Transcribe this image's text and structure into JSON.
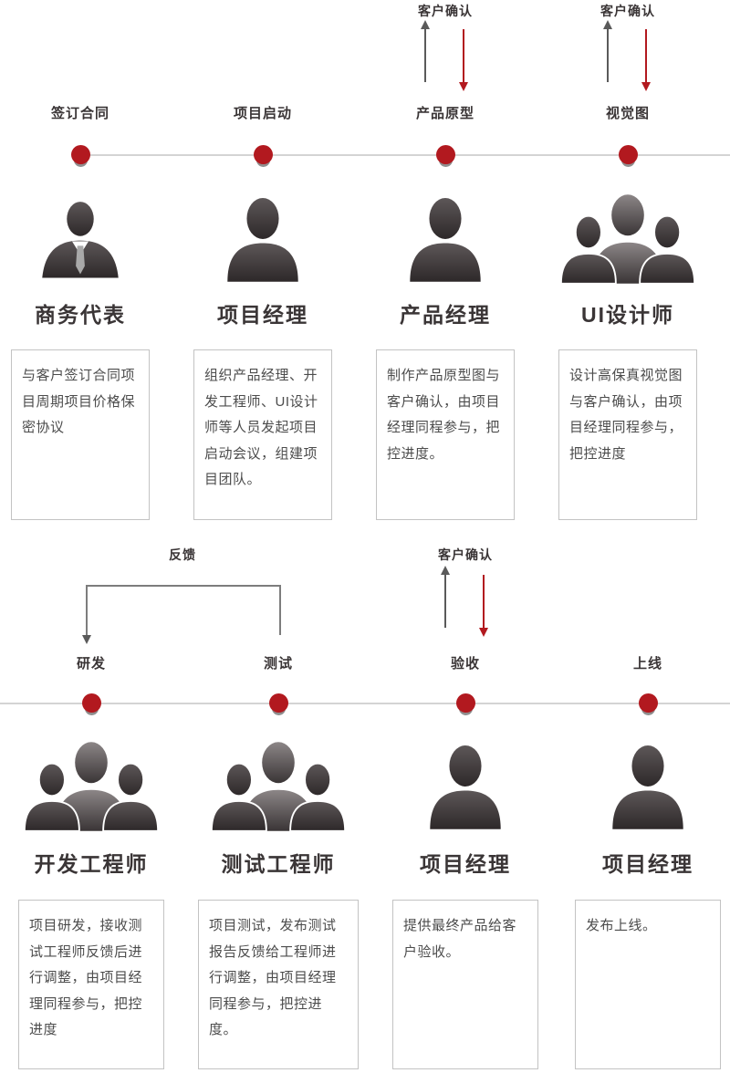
{
  "colors": {
    "accent_red": "#b2191f",
    "silhouette_dark": "#2d2829",
    "line_gray": "#d4d4d4",
    "text_dark": "#3a3536",
    "text_body": "#4c4c4c"
  },
  "rows": [
    {
      "stages": [
        {
          "label": "签订合同",
          "role": "商务代表",
          "desc": "与客户签订合同项目周期项目价格保密协议"
        },
        {
          "label": "项目启动",
          "role": "项目经理",
          "desc": "组织产品经理、开发工程师、UI设计师等人员发起项目启动会议，组建项目团队。"
        },
        {
          "label": "产品原型",
          "role": "产品经理",
          "desc": "制作产品原型图与客户确认，由项目经理同程参与，把控进度。",
          "confirm_label": "客户确认"
        },
        {
          "label": "视觉图",
          "role": "UI设计师",
          "desc": "设计高保真视觉图与客户确认，由项目经理同程参与，把控进度",
          "confirm_label": "客户确认"
        }
      ]
    },
    {
      "feedback_label": "反馈",
      "stages": [
        {
          "label": "研发",
          "role": "开发工程师",
          "desc": "项目研发，接收测试工程师反馈后进行调整，由项目经理同程参与，把控进度"
        },
        {
          "label": "测试",
          "role": "测试工程师",
          "desc": "项目测试，发布测试报告反馈给工程师进行调整，由项目经理同程参与，把控进度。"
        },
        {
          "label": "验收",
          "role": "项目经理",
          "desc": "提供最终产品给客户验收。",
          "confirm_label": "客户确认"
        },
        {
          "label": "上线",
          "role": "项目经理",
          "desc": "发布上线。"
        }
      ]
    }
  ]
}
